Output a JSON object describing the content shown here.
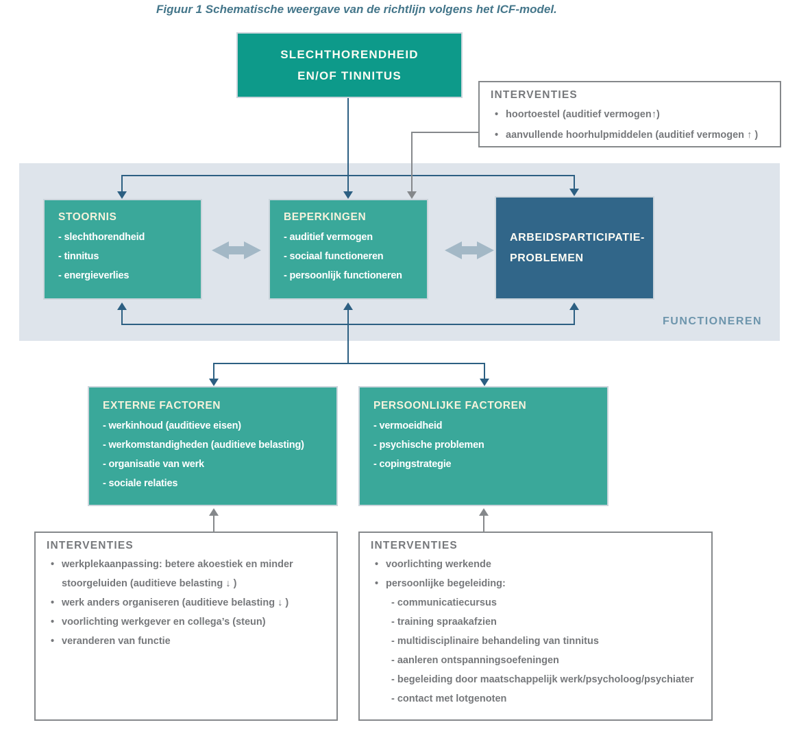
{
  "figure": {
    "title": "Figuur 1  Schematische weergave van de richtlijn volgens het ICF-model."
  },
  "colors": {
    "teal_dark": "#0d9a8a",
    "teal": "#3aa89a",
    "dark_blue": "#316689",
    "band_background": "#dee4eb",
    "arrow_blue": "#2c5f82",
    "arrow_gray": "#85888b",
    "double_arrow": "#a3b8c6",
    "gray_text": "#76787b",
    "title_text": "#44768a",
    "band_label_text": "#6d95ac"
  },
  "top_box": {
    "line1": "SLECHTHORENDHEID",
    "line2": "EN/OF TINNITUS"
  },
  "interventies_top": {
    "title": "INTERVENTIES",
    "bullet": "•",
    "items": [
      "hoortoestel (auditief vermogen↑)",
      "aanvullende hoorhulpmiddelen (auditief vermogen ↑ )"
    ]
  },
  "stoornis": {
    "title": "STOORNIS",
    "items": [
      "- slechthorendheid",
      "- tinnitus",
      "- energieverlies"
    ]
  },
  "beperkingen": {
    "title": "BEPERKINGEN",
    "items": [
      "- auditief vermogen",
      "- sociaal functioneren",
      "- persoonlijk functioneren"
    ]
  },
  "arbeidsparticipatie": {
    "line1": "ARBEIDSPARTICIPATIE-",
    "line2": "PROBLEMEN"
  },
  "band_label": "FUNCTIONEREN",
  "externe_factoren": {
    "title": "EXTERNE FACTOREN",
    "items": [
      "- werkinhoud (auditieve eisen)",
      "- werkomstandigheden (auditieve belasting)",
      "- organisatie van werk",
      "- sociale relaties"
    ]
  },
  "persoonlijke_factoren": {
    "title": "PERSOONLIJKE FACTOREN",
    "items": [
      "- vermoeidheid",
      "- psychische problemen",
      "- copingstrategie"
    ]
  },
  "interventies_left": {
    "title": "INTERVENTIES",
    "bullet": "•",
    "items": [
      "werkplekaanpassing: betere akoestiek en minder stoorgeluiden (auditieve belasting ↓ )",
      "werk anders organiseren (auditieve belasting ↓ )",
      "voorlichting werkgever en collega’s (steun)",
      "veranderen van functie"
    ]
  },
  "interventies_right": {
    "title": "INTERVENTIES",
    "bullet": "•",
    "items": [
      "voorlichting werkende",
      "persoonlijke begeleiding:"
    ],
    "subitems": [
      "- communicatiecursus",
      "- training spraakafzien",
      "- multidisciplinaire behandeling van tinnitus",
      "- aanleren ontspanningsoefeningen",
      "- begeleiding door maatschappelijk werk/psycholoog/psychiater",
      "- contact met lotgenoten"
    ]
  }
}
